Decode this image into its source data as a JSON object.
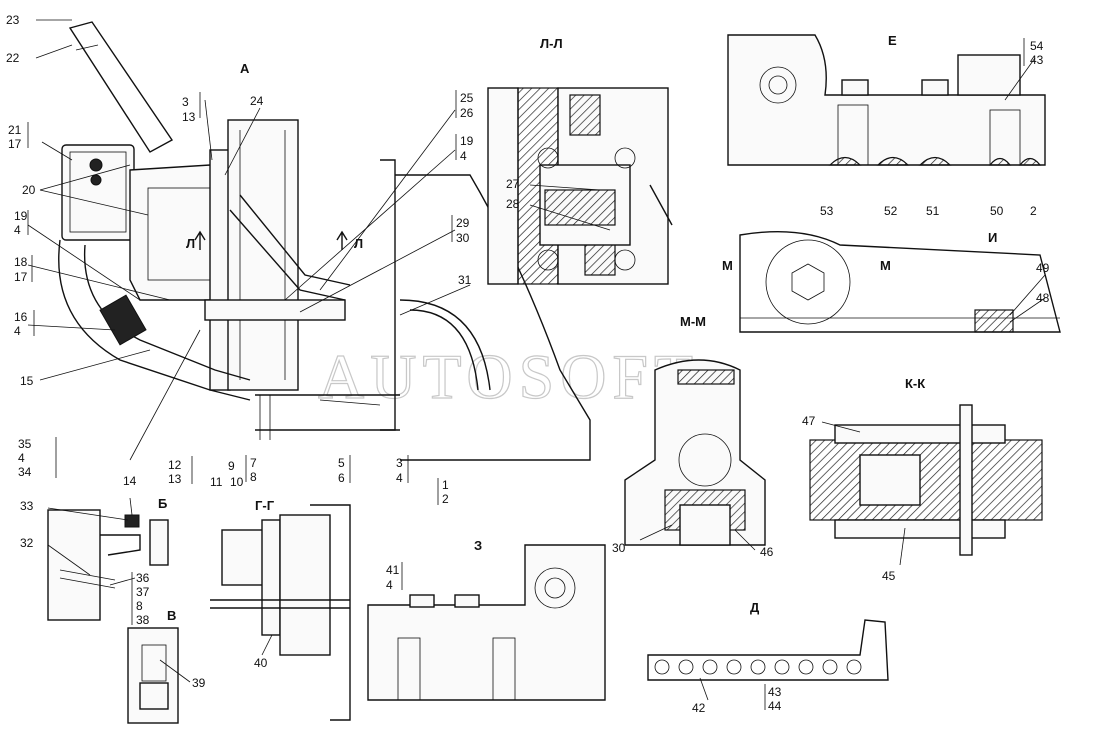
{
  "watermark": "AUTOSOFT",
  "views": {
    "A": "А",
    "LL": "Л-Л",
    "E": "Е",
    "I": "И",
    "MM": "М-М",
    "MM_mark": "М",
    "KK": "К-К",
    "B": "Б",
    "V": "В",
    "GG": "Г-Г",
    "Z": "З",
    "D": "Д",
    "L_mark": "Л"
  },
  "labels": {
    "l23": "23",
    "l22": "22",
    "l21": "21",
    "l17a": "17",
    "l20": "20",
    "l19a": "19",
    "l4a": "4",
    "l18": "18",
    "l17b": "17",
    "l16": "16",
    "l4b": "4",
    "l15": "15",
    "l14": "14",
    "l3a": "3",
    "l13a": "13",
    "l24": "24",
    "l25": "25",
    "l26": "26",
    "l19b": "19",
    "l4c": "4",
    "l29": "29",
    "l30a": "30",
    "l31": "31",
    "l12": "12",
    "l13b": "13",
    "l9": "9",
    "l11": "11",
    "l10": "10",
    "l7": "7",
    "l8a": "8",
    "l5": "5",
    "l6": "6",
    "l3b": "3",
    "l4d": "4",
    "l1": "1",
    "l2a": "2",
    "l35": "35",
    "l4e": "4",
    "l34": "34",
    "l33": "33",
    "l32": "32",
    "l36": "36",
    "l37": "37",
    "l8b": "8",
    "l38": "38",
    "l39": "39",
    "l40": "40",
    "l41": "41",
    "l4f": "4",
    "l27": "27",
    "l28": "28",
    "l54": "54",
    "l43a": "43",
    "l53": "53",
    "l52": "52",
    "l51": "51",
    "l50": "50",
    "l2b": "2",
    "l49": "49",
    "l48": "48",
    "l30b": "30",
    "l46": "46",
    "l47": "47",
    "l45": "45",
    "l42": "42",
    "l43b": "43",
    "l44": "44"
  }
}
